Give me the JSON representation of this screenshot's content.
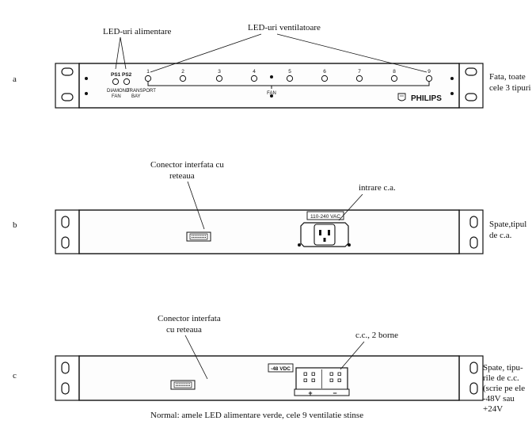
{
  "labels": {
    "led_power": "LED-uri alimentare",
    "led_fans": "LED-uri ventilatoare",
    "ps1": "PS1",
    "ps2": "PS2",
    "brand_left_1": "DIAMOND",
    "brand_left_2": "FAN",
    "brand_right_1": "TRANSPORT",
    "brand_right_2": "BAY",
    "fan_label": "FAN",
    "philips": "PHILIPS",
    "fan_numbers": [
      "1",
      "2",
      "3",
      "4",
      "5",
      "6",
      "7",
      "8",
      "9"
    ],
    "conn_b_1": "Conector interfata cu",
    "conn_b_2": "reteaua",
    "ac_input": "intrare c.a.",
    "ac_voltage": "110-240 VAC",
    "conn_c_1": "Conector interfata",
    "conn_c_2": "cu reteaua",
    "dc_label": "c.c., 2 borne",
    "dc_voltage": "-48 VDC",
    "plus": "+",
    "minus": "−"
  },
  "rows": {
    "a": {
      "letter": "a",
      "desc": [
        "Fata, toate",
        "cele 3 tipuri"
      ]
    },
    "b": {
      "letter": "b",
      "desc": [
        "Spate,tipul",
        "de c.a."
      ]
    },
    "c": {
      "letter": "c",
      "desc": [
        "Spate, tipu-",
        "rile de c.c.",
        "(scrie pe ele",
        "-48V sau",
        "+24V"
      ]
    }
  },
  "footer": "Normal: amele LED alimentare verde, cele 9 ventilatie stinse"
}
